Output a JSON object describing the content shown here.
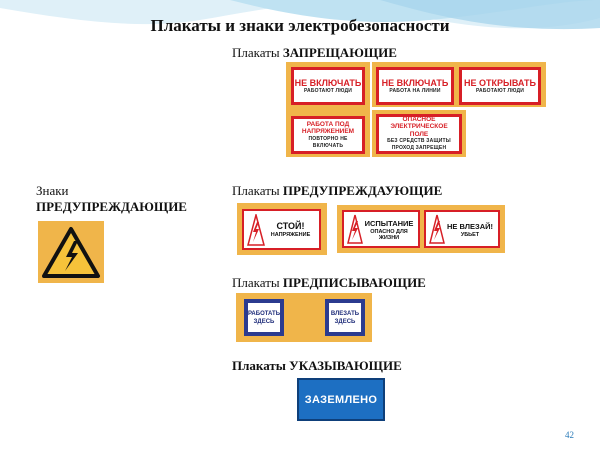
{
  "title": "Плакаты и знаки электробезопасности",
  "headings": {
    "prohibiting": {
      "prefix": "Плакаты",
      "bold": "ЗАПРЕЩАЮЩИЕ"
    },
    "warning": {
      "prefix": "Плакаты",
      "bold": "ПРЕДУПРЕЖДАУЮЩИЕ"
    },
    "prescribing": {
      "prefix": "Плакаты",
      "bold": "ПРЕДПИСЫВАЮЩИЕ"
    },
    "indicating": "Плакаты УКАЗЫВАЮЩИЕ"
  },
  "signs_label": {
    "line1": "Знаки",
    "line2": "ПРЕДУПРЕЖДАЮЩИЕ"
  },
  "prohibiting_posters": [
    {
      "main": "НЕ ВКЛЮЧАТЬ",
      "sub": "РАБОТАЮТ ЛЮДИ"
    },
    {
      "main": "НЕ ВКЛЮЧАТЬ",
      "sub": "РАБОТА НА ЛИНИИ"
    },
    {
      "main": "НЕ ОТКРЫВАТЬ",
      "sub": "РАБОТАЮТ ЛЮДИ"
    },
    {
      "main": "РАБОТА ПОД НАПРЯЖЕНИЕМ",
      "sub": "ПОВТОРНО НЕ ВКЛЮЧАТЬ"
    },
    {
      "main": "ОПАСНОЕ ЭЛЕКТРИЧЕСКОЕ ПОЛЕ",
      "sub": "БЕЗ СРЕДСТВ ЗАЩИТЫ ПРОХОД ЗАПРЕЩЕН"
    }
  ],
  "warning_posters": [
    {
      "main": "СТОЙ!",
      "sub": "НАПРЯЖЕНИЕ"
    },
    {
      "main": "ИСПЫТАНИЕ",
      "sub": "ОПАСНО ДЛЯ ЖИЗНИ"
    },
    {
      "main": "НЕ ВЛЕЗАЙ!",
      "sub": "УБЬЕТ"
    }
  ],
  "prescribing_posters": [
    {
      "main": "РАБОТАТЬ",
      "sub": "ЗДЕСЬ"
    },
    {
      "main": "ВЛЕЗАТЬ",
      "sub": "ЗДЕСЬ"
    }
  ],
  "indicating_poster": "ЗАЗЕМЛЕНО",
  "page_number": "42",
  "colors": {
    "panel": "#f0b54a",
    "prohibit_red": "#d71f26",
    "prescribe_blue": "#2b3b8f",
    "ground_blue": "#1d6fc2",
    "header_wave": "#a9d6ec"
  },
  "icons": [
    "lightning-icon"
  ]
}
